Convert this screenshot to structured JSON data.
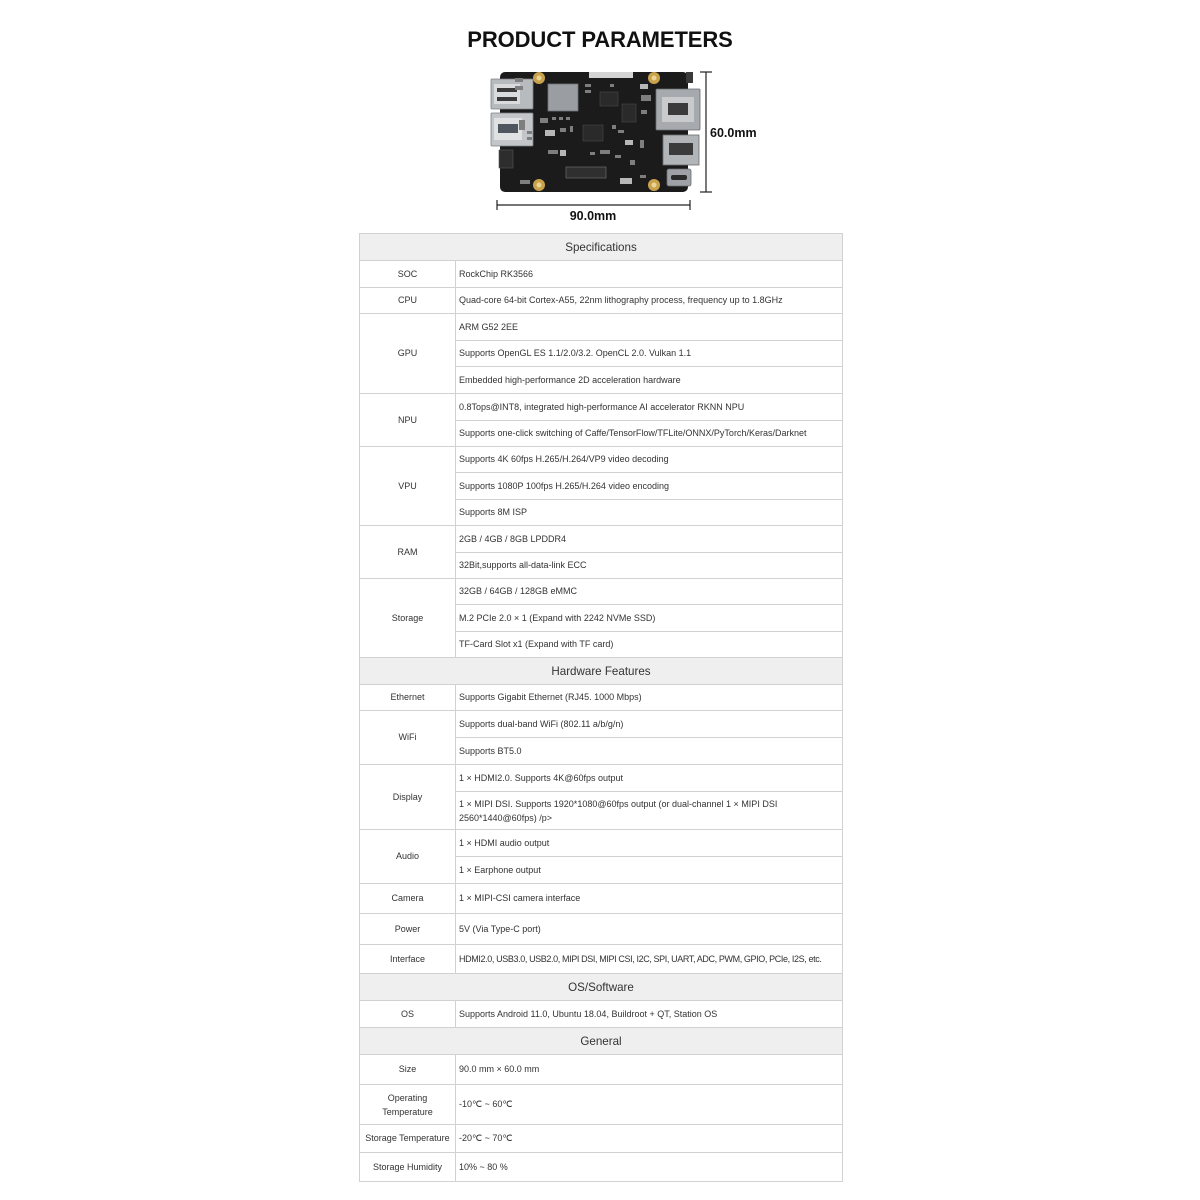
{
  "title": "PRODUCT PARAMETERS",
  "dimensions": {
    "height_label": "60.0mm",
    "width_label": "90.0mm"
  },
  "colors": {
    "section_bg": "#efefef",
    "border": "#d2d2d2",
    "text": "#333333",
    "pcb": "#1b1b1b",
    "mount_hole": "#c9a24c"
  },
  "sections": [
    {
      "title": "Specifications",
      "rows": [
        {
          "label": "SOC",
          "values": [
            "RockChip RK3566"
          ]
        },
        {
          "label": "CPU",
          "values": [
            "Quad-core 64-bit Cortex-A55, 22nm lithography process, frequency up to 1.8GHz"
          ]
        },
        {
          "label": "GPU",
          "values": [
            "ARM G52 2EE",
            "Supports OpenGL ES 1.1/2.0/3.2. OpenCL 2.0. Vulkan 1.1",
            "Embedded high-performance 2D acceleration hardware"
          ]
        },
        {
          "label": "NPU",
          "values": [
            "0.8Tops@INT8, integrated high-performance AI accelerator RKNN NPU",
            "Supports one-click switching of Caffe/TensorFlow/TFLite/ONNX/PyTorch/Keras/Darknet"
          ]
        },
        {
          "label": "VPU",
          "values": [
            "Supports 4K 60fps H.265/H.264/VP9 video decoding",
            "Supports 1080P 100fps H.265/H.264 video encoding",
            "Supports 8M ISP"
          ]
        },
        {
          "label": "RAM",
          "values": [
            "2GB / 4GB / 8GB LPDDR4",
            "32Bit,supports all-data-link ECC"
          ]
        },
        {
          "label": "Storage",
          "values": [
            "32GB / 64GB / 128GB eMMC",
            "M.2 PCIe 2.0 × 1 (Expand with 2242 NVMe SSD)",
            "TF-Card Slot x1 (Expand with TF card)"
          ]
        }
      ]
    },
    {
      "title": "Hardware Features",
      "rows": [
        {
          "label": "Ethernet",
          "values": [
            "Supports Gigabit Ethernet (RJ45. 1000 Mbps)"
          ]
        },
        {
          "label": "WiFi",
          "values": [
            "Supports dual-band WiFi (802.11 a/b/g/n)",
            "Supports BT5.0"
          ]
        },
        {
          "label": "Display",
          "values": [
            "1 × HDMI2.0. Supports 4K@60fps output",
            "1 × MIPI DSI. Supports 1920*1080@60fps output (or dual-channel 1 × MIPI DSI 2560*1440@60fps) /p>"
          ]
        },
        {
          "label": "Audio",
          "values": [
            "1 × HDMI audio output",
            "1 × Earphone output"
          ]
        },
        {
          "label": "Camera",
          "values": [
            "1 × MIPI-CSI camera interface"
          ]
        },
        {
          "label": "Power",
          "values": [
            "5V (Via Type-C port)"
          ]
        },
        {
          "label": "Interface",
          "values": [
            "HDMI2.0, USB3.0, USB2.0, MIPI DSI, MIPI CSI, I2C, SPI, UART, ADC, PWM, GPIO, PCIe, I2S, etc."
          ]
        }
      ]
    },
    {
      "title": "OS/Software",
      "rows": [
        {
          "label": "OS",
          "values": [
            "Supports Android 11.0, Ubuntu 18.04, Buildroot + QT, Station OS"
          ]
        }
      ]
    },
    {
      "title": "General",
      "rows": [
        {
          "label": "Size",
          "values": [
            "90.0 mm × 60.0 mm"
          ]
        },
        {
          "label": "Operating Temperature",
          "values": [
            "-10℃ ~ 60℃"
          ]
        },
        {
          "label": "Storage Temperature",
          "values": [
            "-20℃ ~ 70℃"
          ]
        },
        {
          "label": "Storage Humidity",
          "values": [
            "10% ~ 80 %"
          ]
        }
      ]
    }
  ]
}
